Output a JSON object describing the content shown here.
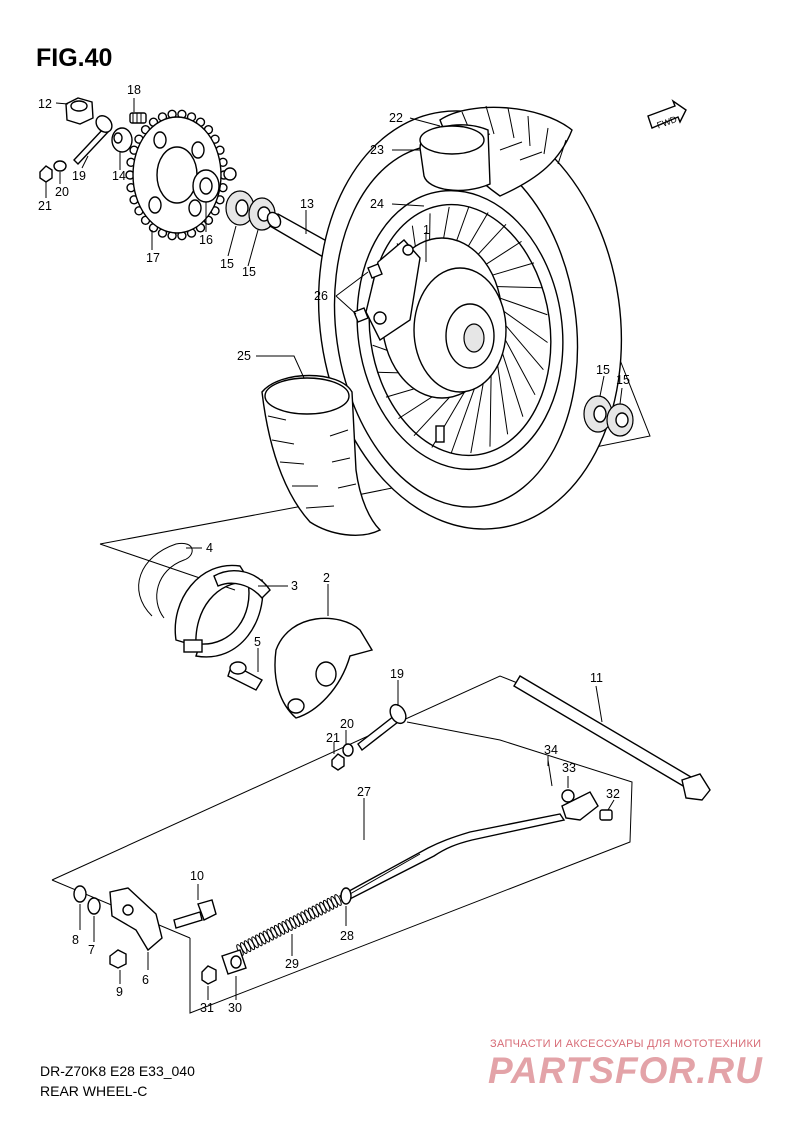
{
  "figure": {
    "title": "FIG.40"
  },
  "footer": {
    "model_code": "DR-Z70K8 E28 E33_040",
    "caption": "REAR WHEEL-C"
  },
  "direction_badge": {
    "label": "FWD"
  },
  "watermark": {
    "tagline": "ЗАПЧАСТИ И АКСЕССУАРЫ ДЛЯ МОТОТЕХНИКИ",
    "logo": "PARTSFOR.RU"
  },
  "callouts": {
    "c1": "1",
    "c2": "2",
    "c3": "3",
    "c4": "4",
    "c5": "5",
    "c6": "6",
    "c7": "7",
    "c8": "8",
    "c9": "9",
    "c10": "10",
    "c11": "11",
    "c12": "12",
    "c13": "13",
    "c14": "14",
    "c15": "15",
    "c16": "16",
    "c17": "17",
    "c18": "18",
    "c19": "19",
    "c20": "20",
    "c21": "21",
    "c22": "22",
    "c23": "23",
    "c24": "24",
    "c25": "25",
    "c26": "26",
    "c27": "27",
    "c28": "28",
    "c29": "29",
    "c30": "30",
    "c31": "31",
    "c32": "32",
    "c33": "33",
    "c34": "34"
  }
}
